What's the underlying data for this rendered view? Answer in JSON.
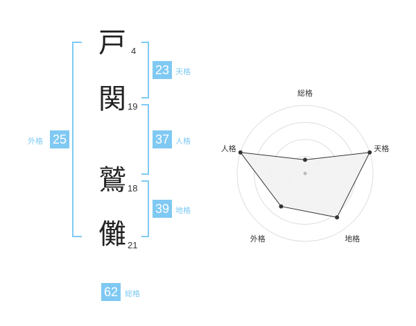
{
  "name": {
    "chars": [
      {
        "char": "戸",
        "strokes": "4"
      },
      {
        "char": "関",
        "strokes": "19"
      },
      {
        "char": "鷲",
        "strokes": "18"
      },
      {
        "char": "儺",
        "strokes": "21"
      }
    ]
  },
  "fortunes": {
    "tenkaku": {
      "value": "23",
      "label": "天格"
    },
    "jinkaku": {
      "value": "37",
      "label": "人格"
    },
    "chikaku": {
      "value": "39",
      "label": "地格"
    },
    "gaikaku": {
      "value": "25",
      "label": "外格"
    },
    "soukaku": {
      "value": "62",
      "label": "総格"
    }
  },
  "chart_data": {
    "type": "radar",
    "axes": [
      "総格",
      "天格",
      "地格",
      "外格",
      "人格"
    ],
    "values": [
      1,
      5,
      4,
      3,
      5
    ],
    "max": 5,
    "rings": 4,
    "colors": {
      "accent": "#7fc9f3",
      "fill": "#f2f2f2",
      "line": "#333333",
      "grid": "#dddddd"
    }
  }
}
